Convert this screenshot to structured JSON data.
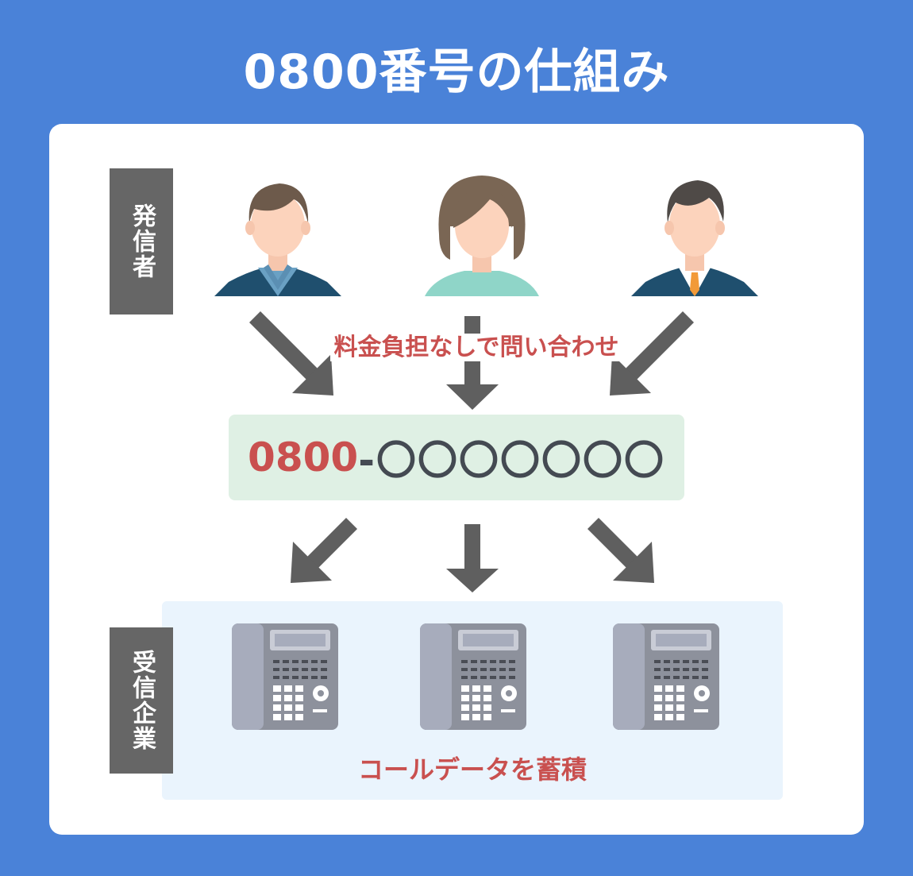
{
  "title": "0800番号の仕組み",
  "sender_label": "発信者",
  "receiver_label": "受信企業",
  "caption_free": "料金負担なしで問い合わせ",
  "number": {
    "prefix": "0800",
    "rest": "-〇〇〇〇〇〇〇"
  },
  "caption_store": "コールデータを蓄積",
  "colors": {
    "background": "#4a82d8",
    "accent_red": "#c9504f",
    "label_gray": "#666666",
    "arrow_gray": "#5f5f5f",
    "number_box": "#dff0e4",
    "company_box": "#eaf4fd"
  }
}
